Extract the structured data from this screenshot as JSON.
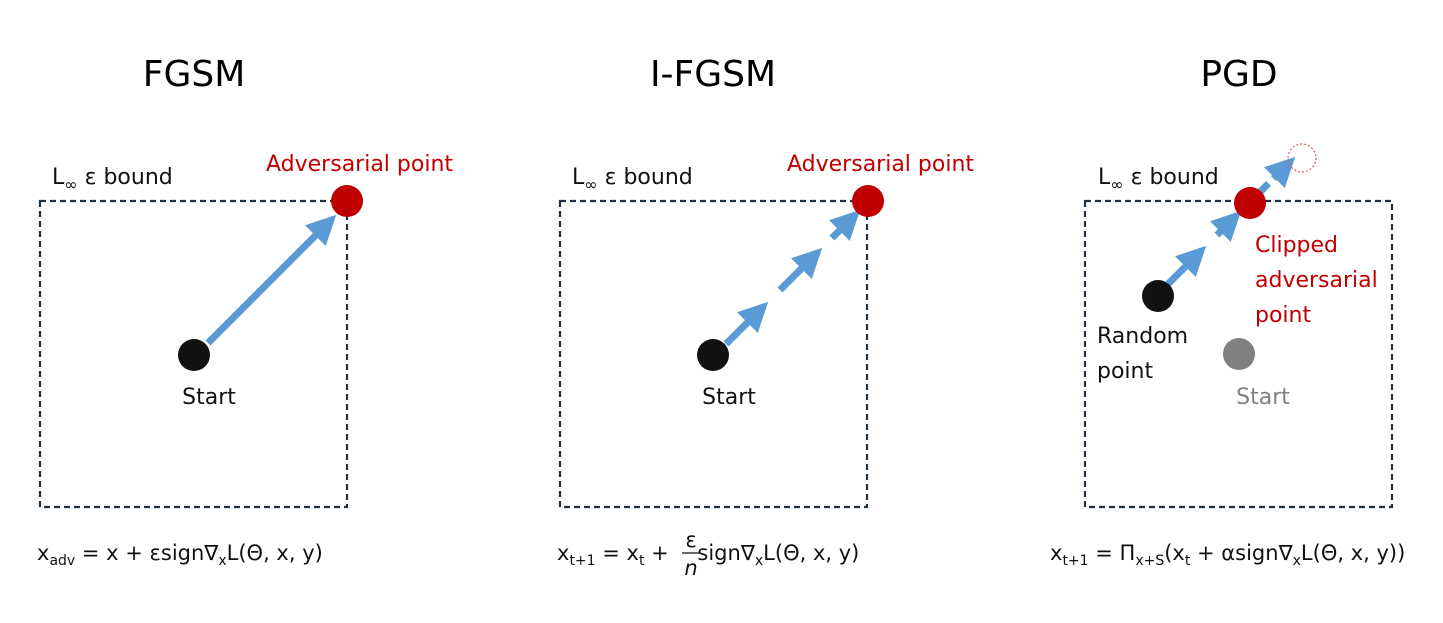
{
  "panels": [
    {
      "title": "FGSM",
      "bound_label": "L",
      "bound_label_sub": "∞",
      "bound_label_rest": " ε bound",
      "adversarial_label": "Adversarial point",
      "start_label": "Start",
      "equation": {
        "lhs": "x",
        "lhs_sub": "adv",
        "p1": " = x + εsign∇",
        "p1_sub": "x",
        "p2": "L(Θ, x, y)"
      }
    },
    {
      "title": "I-FGSM",
      "bound_label": "L",
      "bound_label_sub": "∞",
      "bound_label_rest": " ε bound",
      "adversarial_label": "Adversarial point",
      "start_label": "Start",
      "equation": {
        "lhs": "x",
        "lhs_sub": "t+1",
        "p1": " = x",
        "p1_sub": "t",
        "p2": " + ",
        "frac_num": "ε",
        "frac_den": "n",
        "p3": " sign∇",
        "p3_sub": "x",
        "p4": "L(Θ, x, y)"
      }
    },
    {
      "title": "PGD",
      "bound_label": "L",
      "bound_label_sub": "∞",
      "bound_label_rest": " ε bound",
      "clipped_label_1": "Clipped",
      "clipped_label_2": "adversarial",
      "clipped_label_3": "point",
      "random_label_1": "Random",
      "random_label_2": "point",
      "start_label": "Start",
      "equation": {
        "lhs": "x",
        "lhs_sub": "t+1",
        "p1": " = Π",
        "p1_sub": "x+S",
        "p2": "(x",
        "p2_sub": "t",
        "p3": " + αsign∇",
        "p3_sub": "x",
        "p4": "L(Θ, x, y))"
      }
    }
  ],
  "colors": {
    "arrow": "#5b9bd5",
    "adversarial": "#c00000",
    "point": "#111111",
    "start_gray": "#808080",
    "box": "#203040"
  }
}
